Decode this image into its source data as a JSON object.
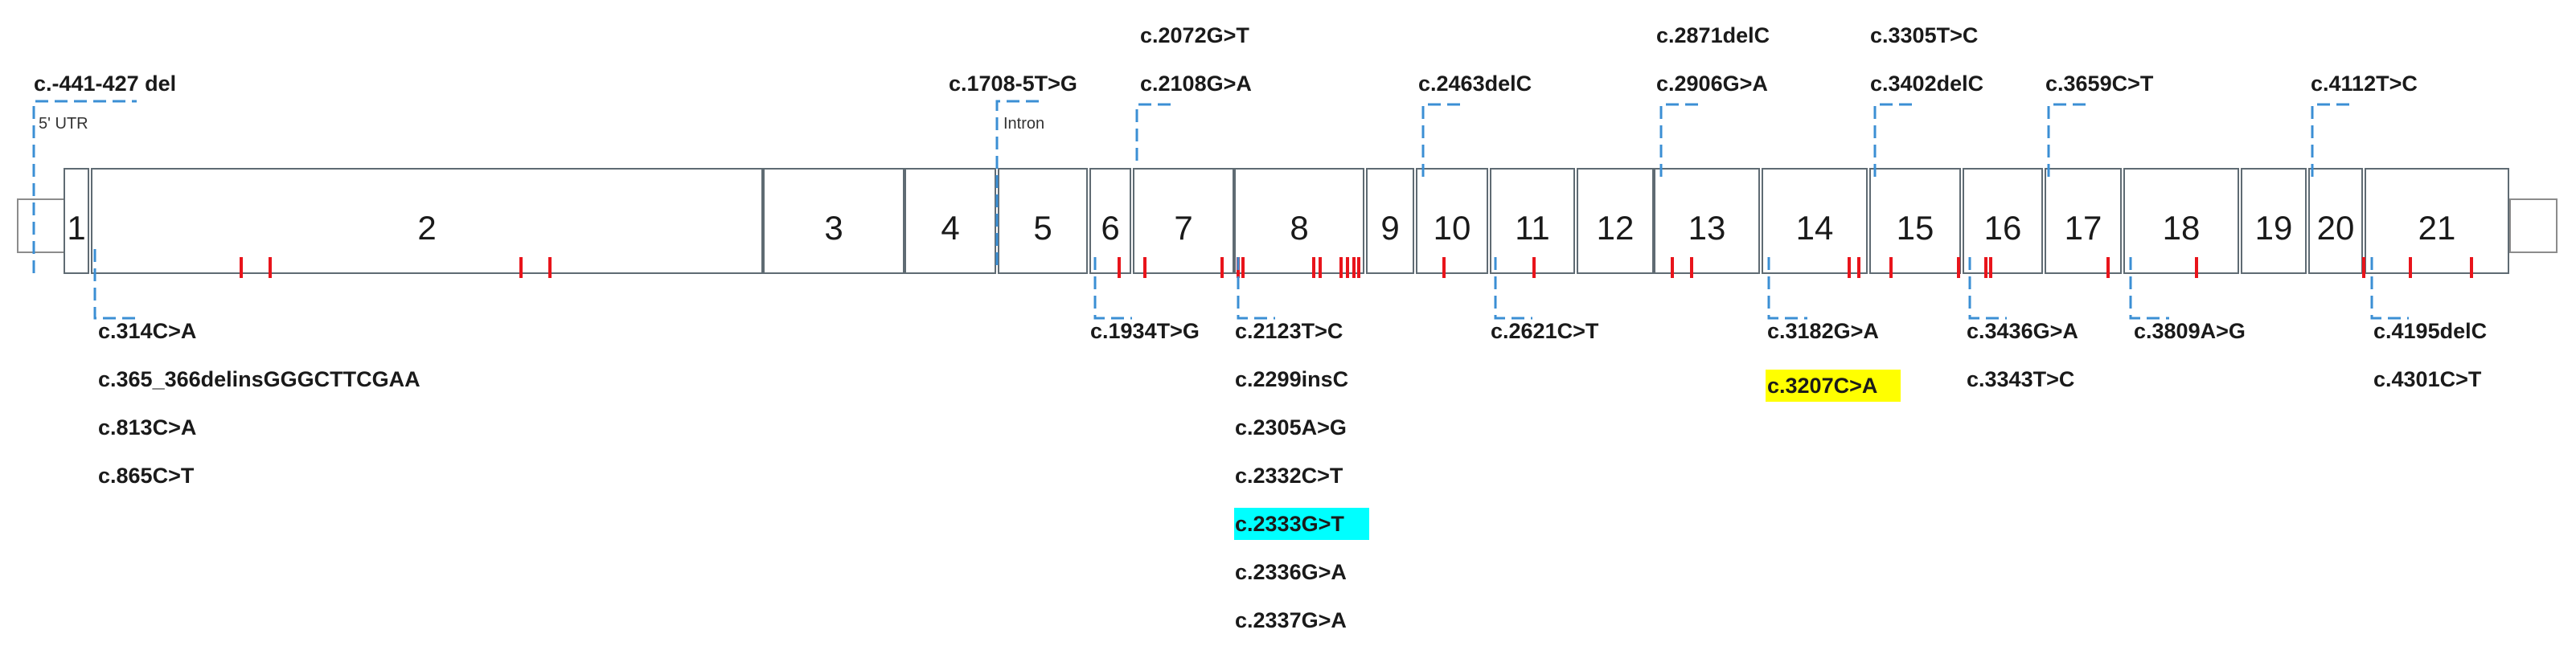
{
  "exons": [
    "1",
    "2",
    "3",
    "4",
    "5",
    "6",
    "7",
    "8",
    "9",
    "10",
    "11",
    "12",
    "13",
    "14",
    "15",
    "16",
    "17",
    "18",
    "19",
    "20",
    "21"
  ],
  "region_labels": {
    "utr": "5' UTR",
    "intron": "Intron"
  },
  "top_variants": [
    "c.-441-427 del",
    "c.1708-5T>G",
    "c.2072G>T",
    "c.2108G>A",
    "c.2463delC",
    "c.2871delC",
    "c.2906G>A",
    "c.3305T>C",
    "c.3402delC",
    "c.3659C>T",
    "c.4112T>C"
  ],
  "bottom_variants": [
    "c.314C>A",
    "c.365_366delinsGGGCTTCGAA",
    "c.813C>A",
    "c.865C>T",
    "c.1934T>G",
    "c.2123T>C",
    "c.2299insC",
    "c.2305A>G",
    "c.2332C>T",
    "c.2333G>T",
    "c.2336G>A",
    "c.2337G>A",
    "c.2621C>T",
    "c.3182G>A",
    "c.3207C>A",
    "c.3436G>A",
    "c.3343T>C",
    "c.3809A>G",
    "c.4195delC",
    "c.4301C>T"
  ],
  "highlights": {
    "cyan": "#00ffff",
    "yellow": "#ffff00"
  },
  "colors": {
    "mutation_tick": "#e8141b",
    "leader_line": "#3b8fd4",
    "exon_border": "#5f6b73"
  }
}
